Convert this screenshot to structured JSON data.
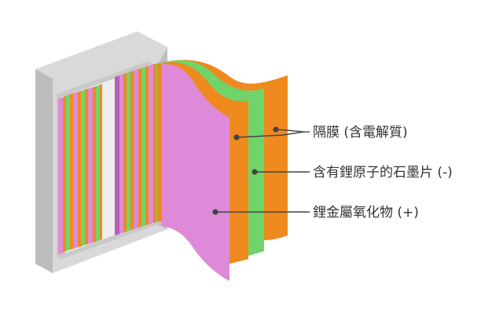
{
  "colors": {
    "separator": "#EF8A1E",
    "anode": "#70D46A",
    "cathode": "#DE8AD8",
    "cathode_dark": "#B861B4",
    "frame_face": "#D6D6D6",
    "frame_side": "#B9B9B9",
    "frame_inner": "#ECECEC",
    "label_text": "#333333",
    "leader_line": "#444444"
  },
  "labels": {
    "separator": "隔膜 (含電解質)",
    "anode": "含有鋰原子的石墨片 (-)",
    "cathode": "鋰金屬氧化物 (+)"
  }
}
